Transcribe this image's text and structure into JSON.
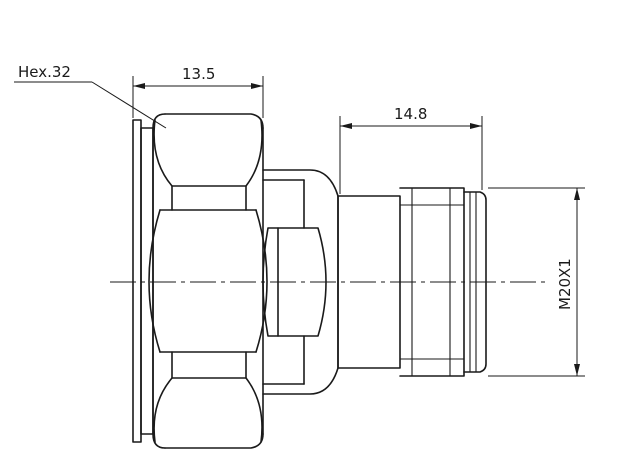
{
  "labels": {
    "hex": "Hex.32",
    "width_nut": "13.5",
    "width_thread": "14.8",
    "thread_size": "M20X1"
  },
  "colors": {
    "line": "#1a1a1a",
    "background": "#ffffff"
  }
}
